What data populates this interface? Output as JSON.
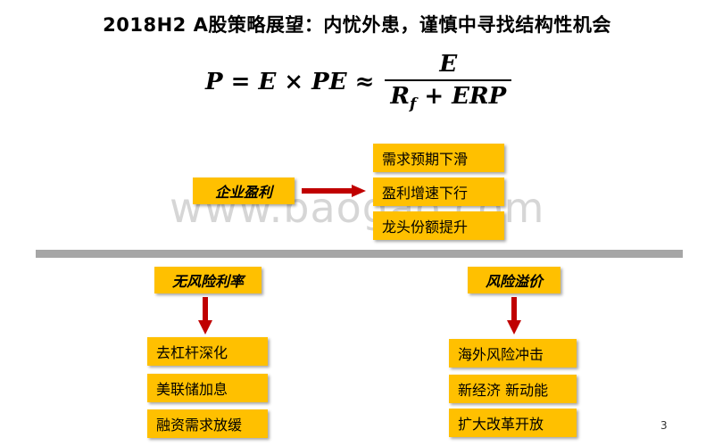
{
  "title": "2018H2 A股策略展望：内忧外患，谨慎中寻找结构性机会",
  "formula": {
    "lhs": "P = E × PE ≈",
    "numerator": "E",
    "den_r": "R",
    "den_sub": "f",
    "den_rest": " + ERP"
  },
  "watermark": "www.baogao.com",
  "enterprise": {
    "label": "企业盈利",
    "items": [
      "需求预期下滑",
      "盈利增速下行",
      "龙头份额提升"
    ]
  },
  "riskfree": {
    "label": "无风险利率",
    "items": [
      "去杠杆深化",
      "美联储加息",
      "融资需求放缓"
    ]
  },
  "riskpremium": {
    "label": "风险溢价",
    "items": [
      "海外风险冲击",
      "新经济 新动能",
      "扩大改革开放"
    ]
  },
  "page_number": "3",
  "colors": {
    "box": "#ffc000",
    "arrow": "#c00000",
    "divider": "#a6a6a6"
  }
}
